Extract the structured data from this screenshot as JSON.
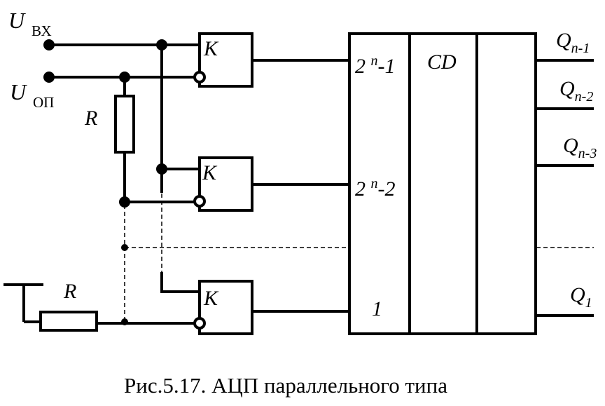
{
  "inputs": {
    "u_vx": {
      "symbol": "U",
      "subscript": "ВХ"
    },
    "u_op": {
      "symbol": "U",
      "subscript": "ОП"
    }
  },
  "resistor_label": "R",
  "comparator_label": "K",
  "encoder": {
    "title": "CD",
    "inputs": [
      {
        "base": "2 ",
        "exp": "n",
        "tail": "-1"
      },
      {
        "base": "2 ",
        "exp": "n",
        "tail": "-2"
      },
      {
        "base": "1",
        "exp": "",
        "tail": ""
      }
    ],
    "outputs": [
      {
        "base": "Q",
        "sub": "n-1"
      },
      {
        "base": "Q",
        "sub": "n-2"
      },
      {
        "base": "Q",
        "sub": "n-3"
      },
      {
        "base": "Q",
        "sub": "1"
      }
    ]
  },
  "caption": "Рис.5.17. АЦП параллельного типа"
}
